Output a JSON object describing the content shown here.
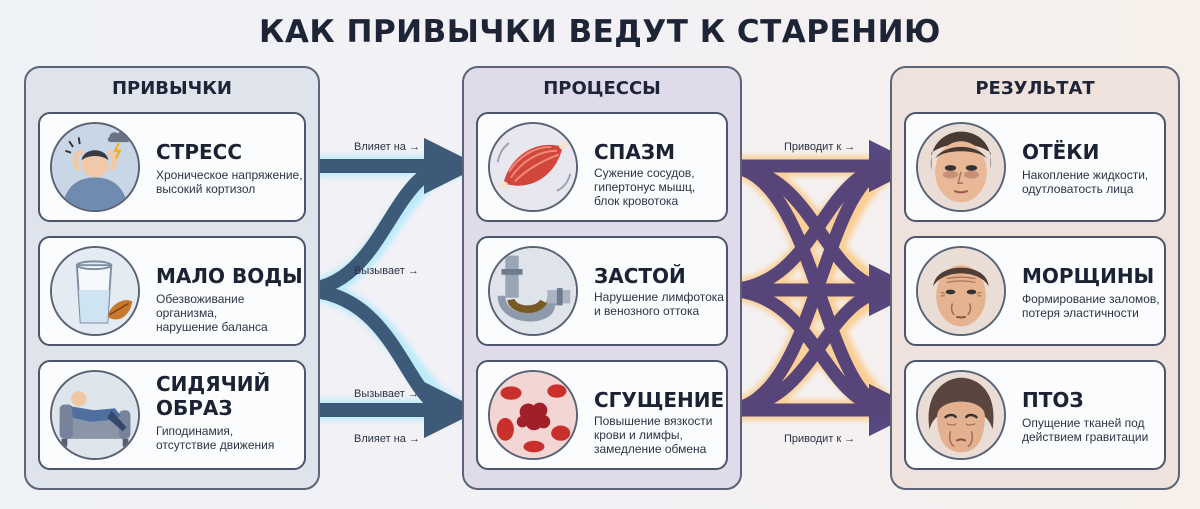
{
  "title": "КАК ПРИВЫЧКИ ВЕДУТ К СТАРЕНИЮ",
  "columns": {
    "habits": {
      "header": "ПРИВЫЧКИ",
      "items": [
        {
          "name": "СТРЕСС",
          "desc": "Хроническое напряжение,\nвысокий кортизол",
          "icon": "stressed-person-icon"
        },
        {
          "name": "МАЛО ВОДЫ",
          "desc": "Обезвоживание организма,\nнарушение баланса",
          "icon": "water-glass-icon"
        },
        {
          "name": "СИДЯЧИЙ\nОБРАЗ",
          "desc": "Гиподинамия,\nотсутствие движения",
          "icon": "couch-person-icon"
        }
      ]
    },
    "processes": {
      "header": "ПРОЦЕССЫ",
      "items": [
        {
          "name": "СПАЗМ",
          "desc": "Сужение сосудов,\nгипертонус мышц,\nблок кровотока",
          "icon": "muscle-icon"
        },
        {
          "name": "ЗАСТОЙ",
          "desc": "Нарушение лимфотока\nи венозного оттока",
          "icon": "pipe-icon"
        },
        {
          "name": "СГУЩЕНИЕ",
          "desc": "Повышение вязкости\nкрови и лимфы,\nзамедление обмена",
          "icon": "blood-cells-icon"
        }
      ]
    },
    "results": {
      "header": "РЕЗУЛЬТАТ",
      "items": [
        {
          "name": "ОТЁКИ",
          "desc": "Накопление жидкости,\nодутловатость лица",
          "icon": "puffy-face-icon"
        },
        {
          "name": "МОРЩИНЫ",
          "desc": "Формирование заломов,\nпотеря эластичности",
          "icon": "wrinkled-face-icon"
        },
        {
          "name": "ПТОЗ",
          "desc": "Опущение тканей под\nдействием гравитации",
          "icon": "sagging-face-icon"
        }
      ]
    }
  },
  "flow_labels": {
    "l1": "Влияет на →",
    "l2": "Вызывает →",
    "l3": "Вызывает →",
    "l4": "Влияет на →",
    "r1": "Приводит к →",
    "r2": "Приводит к →"
  },
  "colors": {
    "left_flow": "#3d5a78",
    "left_glow": "#7fe3ff",
    "right_flow": "#4a3a78",
    "right_glow": "#ffb347"
  }
}
